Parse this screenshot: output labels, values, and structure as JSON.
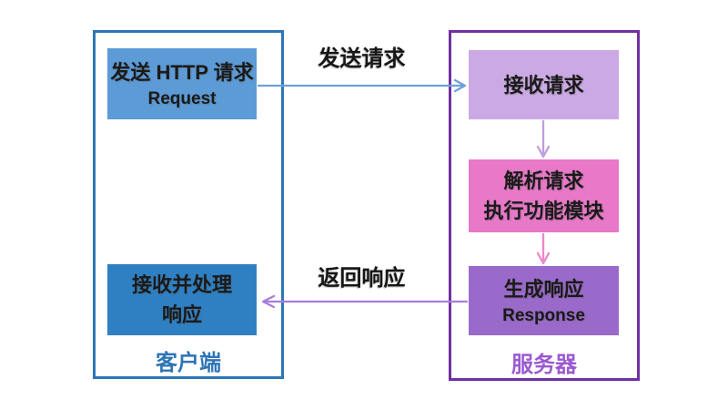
{
  "client": {
    "label": "客户端",
    "nodes": [
      {
        "lines": [
          "发送 HTTP 请求",
          "Request"
        ]
      },
      {
        "lines": [
          "接收并处理",
          "响应"
        ]
      }
    ]
  },
  "server": {
    "label": "服务器",
    "nodes": [
      {
        "lines": [
          "接收请求"
        ]
      },
      {
        "lines": [
          "解析请求",
          "执行功能模块"
        ]
      },
      {
        "lines": [
          "生成响应",
          "Response"
        ]
      }
    ]
  },
  "arrows": {
    "send": {
      "label": "发送请求"
    },
    "return": {
      "label": "返回响应"
    }
  },
  "colors": {
    "client_border": "#2E75B6",
    "server_border": "#7030A0",
    "client_label": "#2E75B6",
    "server_label": "#9B59D0",
    "send_http_request_box": "#5C9BD6",
    "receive_process_response_box": "#2F80C3",
    "receive_request_box": "#CBA9E4",
    "parse_request_box": "#E878C8",
    "generate_response_box": "#9A6ACA",
    "send_request_arrow": "#6FA0D8",
    "return_response_arrow": "#A97CDB",
    "receive_to_parse_arrow": "#BE9CDE",
    "parse_to_generate_arrow": "#EC86CA",
    "box_text": "#1a1a1a"
  }
}
